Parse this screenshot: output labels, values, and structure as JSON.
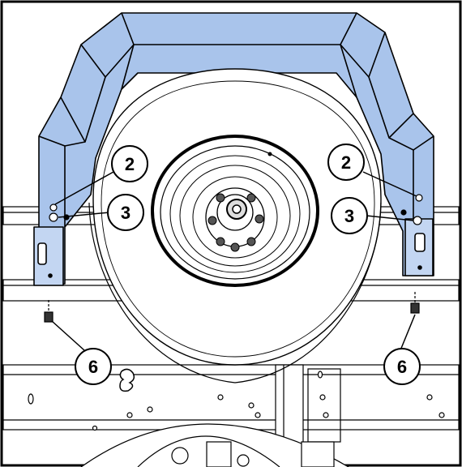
{
  "colors": {
    "fender_fill": "#a9c4eb",
    "fender_fill_light": "#c3d6f2",
    "line": "#000000",
    "background": "#ffffff"
  },
  "callouts": [
    {
      "id": "left-2",
      "label": "2"
    },
    {
      "id": "left-3",
      "label": "3"
    },
    {
      "id": "left-6",
      "label": "6"
    },
    {
      "id": "right-2",
      "label": "2"
    },
    {
      "id": "right-3",
      "label": "3"
    },
    {
      "id": "right-6",
      "label": "6"
    }
  ]
}
